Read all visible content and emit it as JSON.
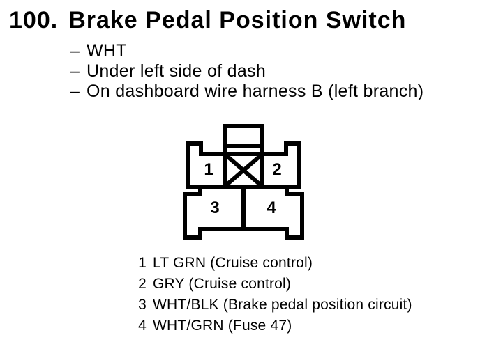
{
  "page": {
    "background_color": "#ffffff",
    "ink_color": "#000000"
  },
  "title": {
    "number": "100.",
    "text": "Brake Pedal Position Switch"
  },
  "notes": {
    "dash": "–",
    "items": [
      "WHT",
      "Under left side of dash",
      "On dashboard wire harness B (left branch)"
    ]
  },
  "connector": {
    "description": "4-cavity connector, front view, with crossed-out blocked cavity between pins 1 and 2",
    "pins": {
      "p1": "1",
      "p2": "2",
      "p3": "3",
      "p4": "4"
    },
    "blocked_cavity_marker": "X"
  },
  "legend": {
    "rows": [
      {
        "pin": "1",
        "label": "LT GRN (Cruise control)"
      },
      {
        "pin": "2",
        "label": "GRY (Cruise control)"
      },
      {
        "pin": "3",
        "label": "WHT/BLK (Brake pedal position circuit)"
      },
      {
        "pin": "4",
        "label": "WHT/GRN (Fuse 47)"
      }
    ]
  }
}
